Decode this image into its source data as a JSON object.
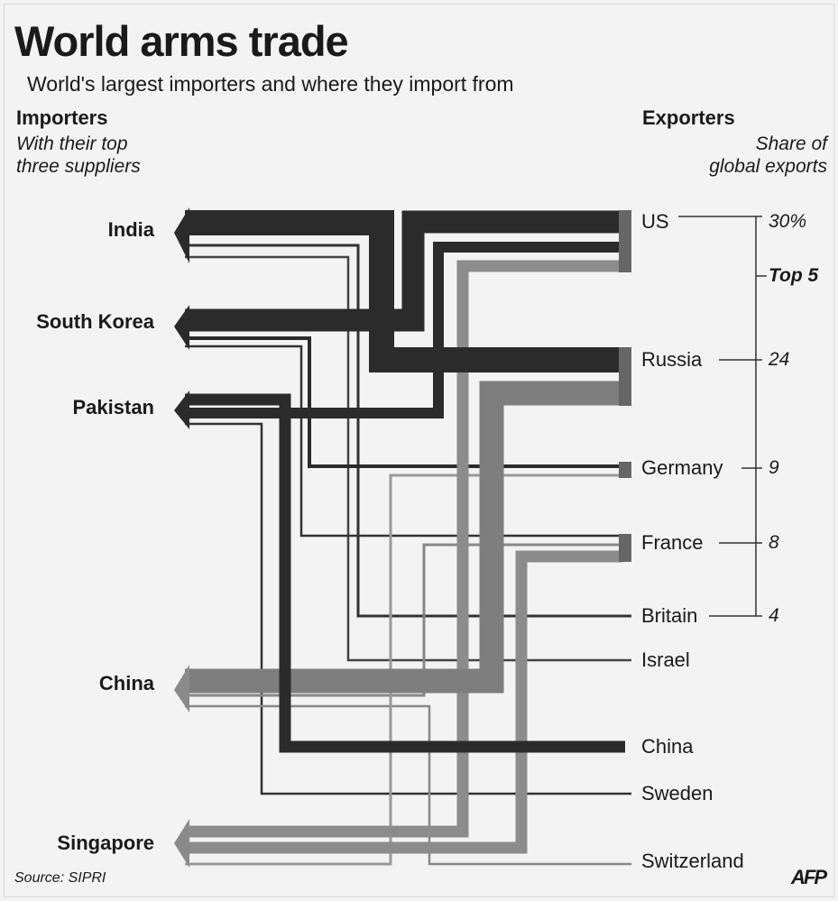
{
  "title": "World arms trade",
  "subtitle": "World's largest importers and where they import from",
  "importers_heading": "Importers",
  "importers_sub": "With their top\nthree suppliers",
  "exporters_heading": "Exporters",
  "exporters_sub": "Share of\nglobal exports",
  "top5_label": "Top 5",
  "importers": [
    "India",
    "South Korea",
    "Pakistan",
    "China",
    "Singapore"
  ],
  "exporters": [
    {
      "name": "US",
      "share": "30%"
    },
    {
      "name": "Russia",
      "share": "24"
    },
    {
      "name": "Germany",
      "share": "9"
    },
    {
      "name": "France",
      "share": "8"
    },
    {
      "name": "Britain",
      "share": "4"
    },
    {
      "name": "Israel"
    },
    {
      "name": "China"
    },
    {
      "name": "Sweden"
    },
    {
      "name": "Switzerland"
    }
  ],
  "flows": [
    {
      "importer": "India",
      "from": [
        "Russia",
        "Britain",
        "Israel"
      ]
    },
    {
      "importer": "South Korea",
      "from": [
        "US",
        "Germany",
        "France"
      ]
    },
    {
      "importer": "Pakistan",
      "from": [
        "China",
        "US",
        "Sweden"
      ]
    },
    {
      "importer": "China",
      "from": [
        "Russia",
        "France",
        "Switzerland"
      ]
    },
    {
      "importer": "Singapore",
      "from": [
        "US",
        "France",
        "Germany"
      ]
    }
  ],
  "colors": {
    "dark": "#2b2b2b",
    "gray": "#8a8a8a",
    "stub": "#666666",
    "background": "#f3f3f3"
  },
  "source": "Source: SIPRI",
  "logo": "AFP"
}
